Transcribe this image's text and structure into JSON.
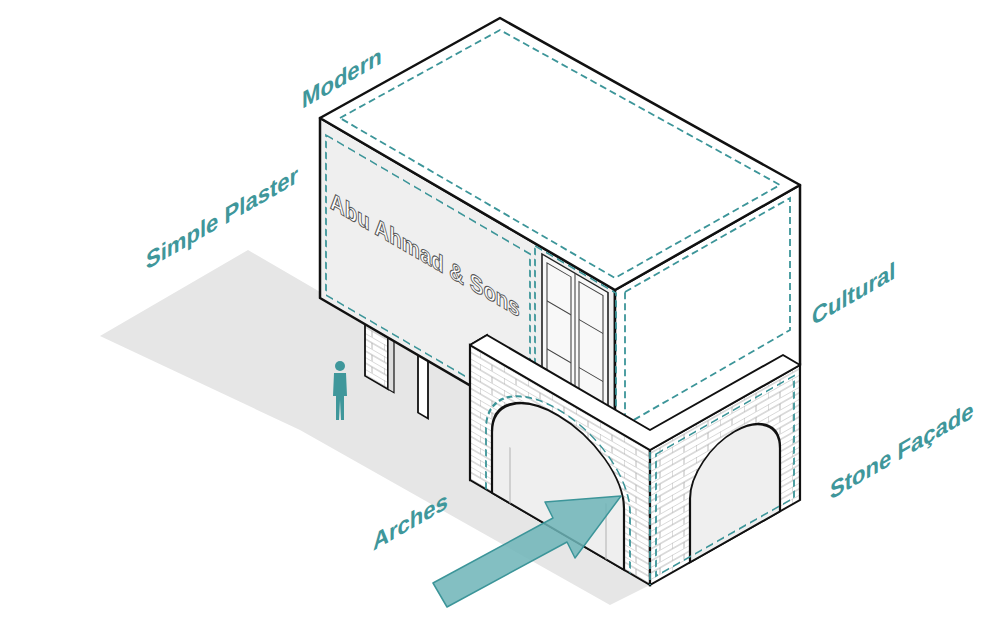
{
  "diagram": {
    "labels": [
      "Modern",
      "Simple Plaster",
      "Abu Ahmad & Sons",
      "Cultural",
      "Stone Façade",
      "Arches"
    ]
  }
}
